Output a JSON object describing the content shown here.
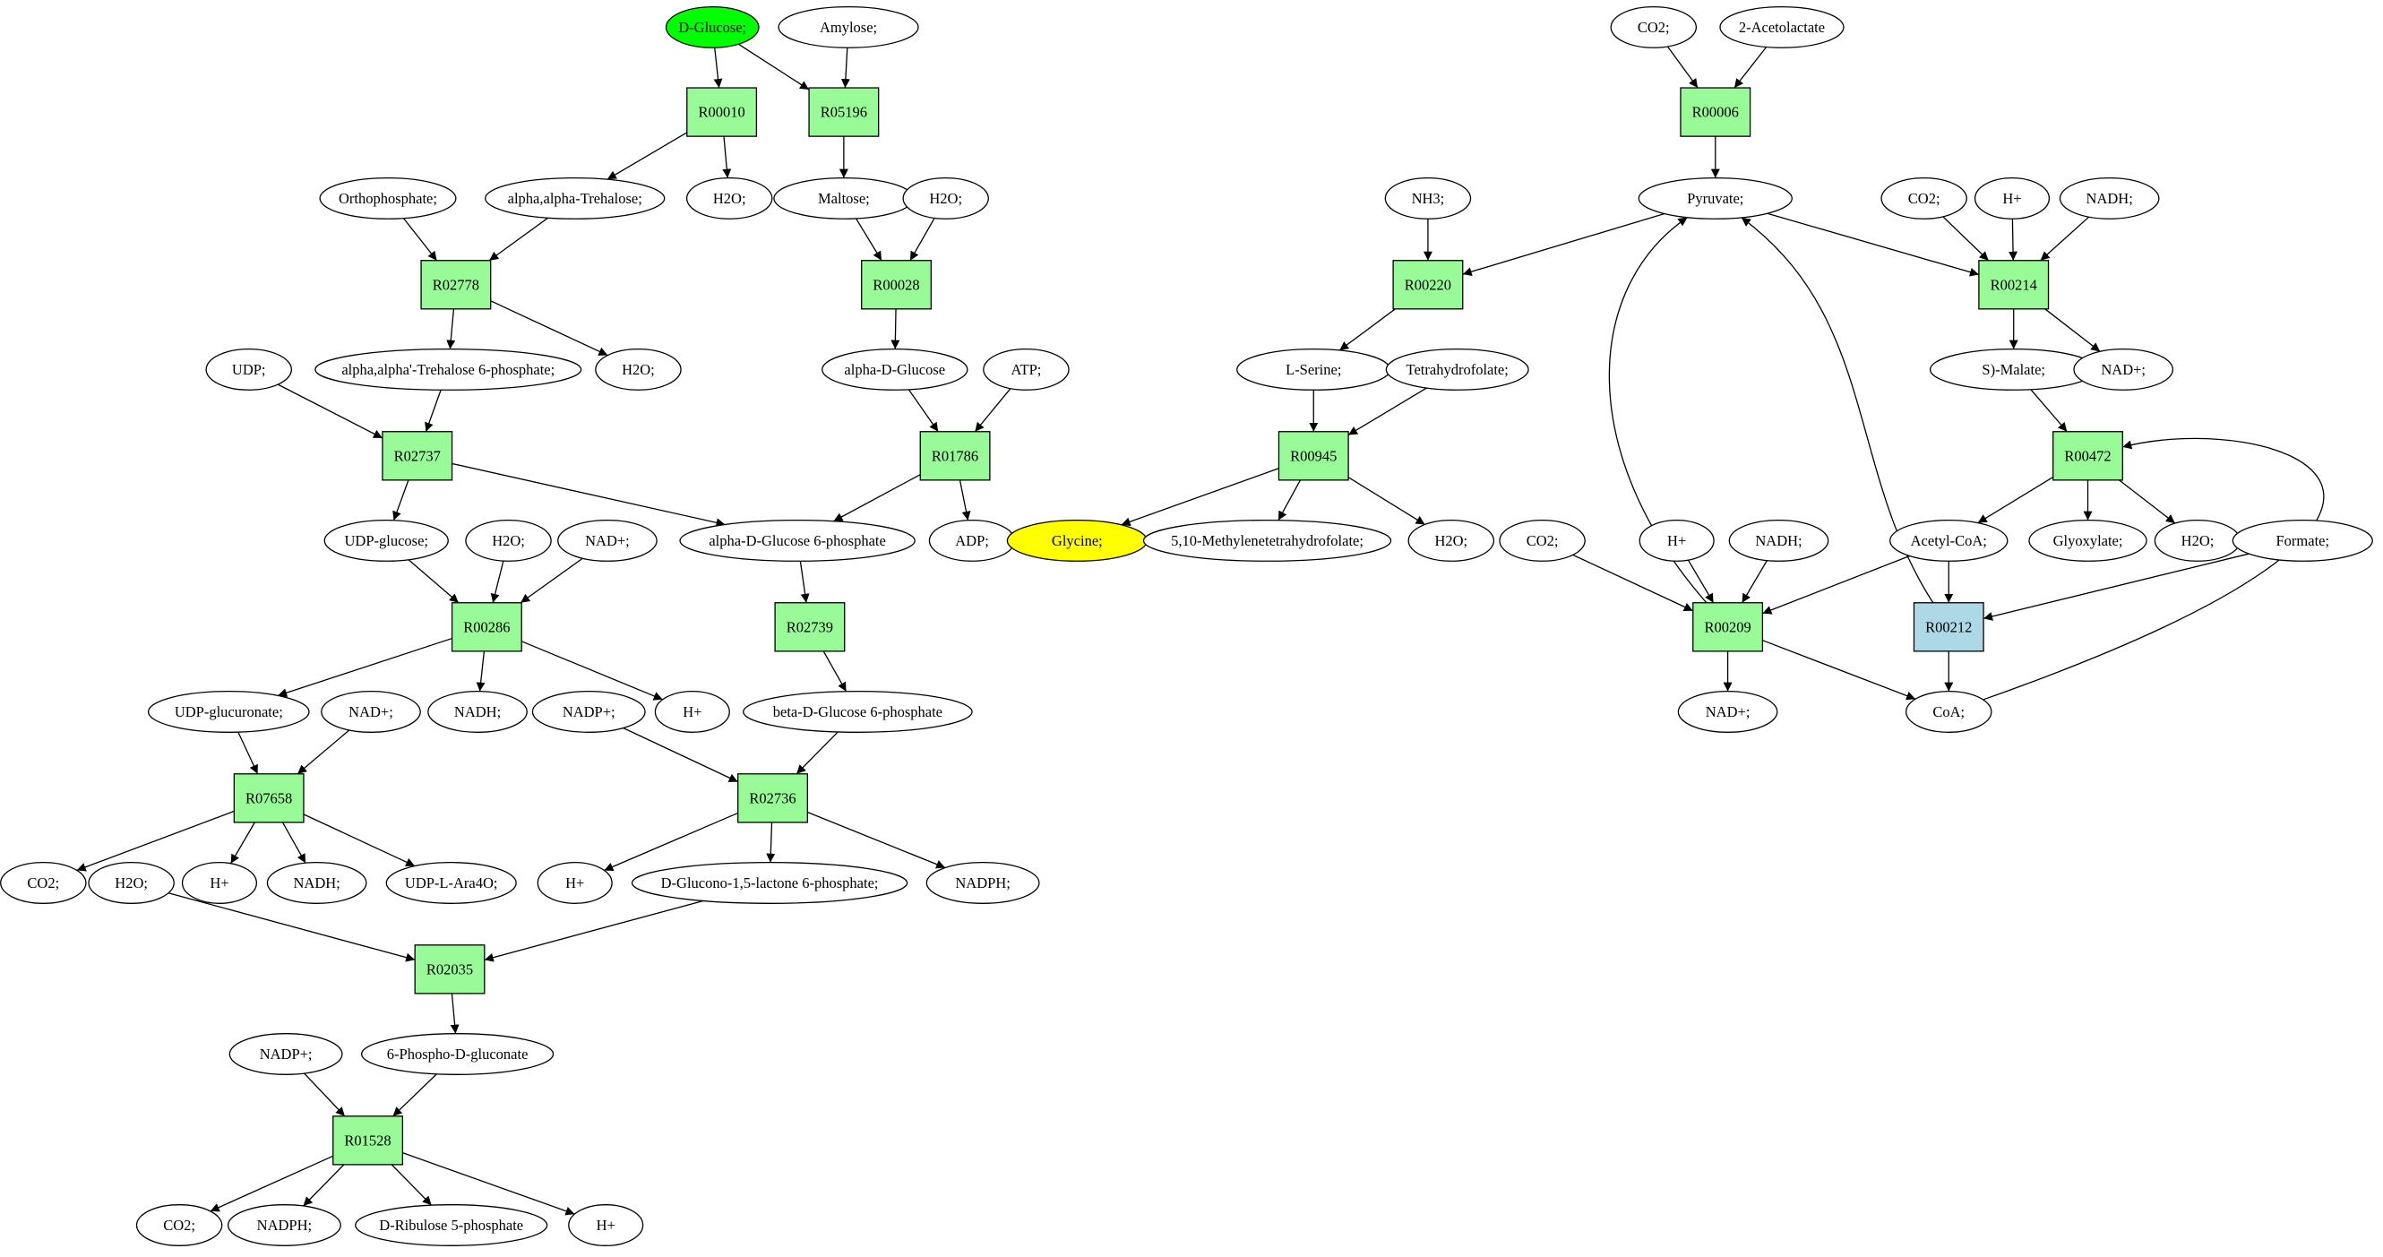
{
  "colors": {
    "reaction_fill": "#98fb98",
    "reaction_highlight_fill": "#add8e6",
    "metabolite_fill": "#ffffff",
    "source_fill": "#00ff00",
    "target_fill": "#ffff00",
    "stroke": "#000000"
  },
  "reactions": [
    {
      "id": "R00010",
      "label": "R00010"
    },
    {
      "id": "R05196",
      "label": "R05196"
    },
    {
      "id": "R02778",
      "label": "R02778"
    },
    {
      "id": "R00028",
      "label": "R00028"
    },
    {
      "id": "R02737",
      "label": "R02737"
    },
    {
      "id": "R01786",
      "label": "R01786"
    },
    {
      "id": "R00286",
      "label": "R00286"
    },
    {
      "id": "R02739",
      "label": "R02739"
    },
    {
      "id": "R07658",
      "label": "R07658"
    },
    {
      "id": "R02736",
      "label": "R02736"
    },
    {
      "id": "R02035",
      "label": "R02035"
    },
    {
      "id": "R01528",
      "label": "R01528"
    },
    {
      "id": "R00006",
      "label": "R00006"
    },
    {
      "id": "R00220",
      "label": "R00220"
    },
    {
      "id": "R00214",
      "label": "R00214"
    },
    {
      "id": "R00945",
      "label": "R00945"
    },
    {
      "id": "R00472",
      "label": "R00472"
    },
    {
      "id": "R00209",
      "label": "R00209"
    },
    {
      "id": "R00212",
      "label": "R00212",
      "highlight": true
    }
  ],
  "metabolites": [
    {
      "id": "m_dglucose",
      "label": "D-Glucose;",
      "kind": "source"
    },
    {
      "id": "m_amylose",
      "label": "Amylose;"
    },
    {
      "id": "m_orthophosphate",
      "label": "Orthophosphate;"
    },
    {
      "id": "m_trehalose",
      "label": "alpha,alpha-Trehalose;"
    },
    {
      "id": "m_h2o_a",
      "label": "H2O;"
    },
    {
      "id": "m_maltose",
      "label": "Maltose;"
    },
    {
      "id": "m_h2o_b",
      "label": "H2O;"
    },
    {
      "id": "m_udp_a",
      "label": "UDP;"
    },
    {
      "id": "m_trehalose6p",
      "label": "alpha,alpha'-Trehalose 6-phosphate;"
    },
    {
      "id": "m_h2o_c",
      "label": "H2O;"
    },
    {
      "id": "m_alphadglucose",
      "label": "alpha-D-Glucose"
    },
    {
      "id": "m_atp",
      "label": "ATP;"
    },
    {
      "id": "m_udpglucose",
      "label": "UDP-glucose;"
    },
    {
      "id": "m_h2o_d",
      "label": "H2O;"
    },
    {
      "id": "m_nad_a",
      "label": "NAD+;"
    },
    {
      "id": "m_adg6p",
      "label": "alpha-D-Glucose 6-phosphate"
    },
    {
      "id": "m_adp",
      "label": "ADP;"
    },
    {
      "id": "m_udpglucuronate",
      "label": "UDP-glucuronate;"
    },
    {
      "id": "m_nad_b",
      "label": "NAD+;"
    },
    {
      "id": "m_nadh_a",
      "label": "NADH;"
    },
    {
      "id": "m_nadp_a",
      "label": "NADP+;"
    },
    {
      "id": "m_hplus_a",
      "label": "H+"
    },
    {
      "id": "m_bdg6p",
      "label": "beta-D-Glucose 6-phosphate"
    },
    {
      "id": "m_co2_a",
      "label": "CO2;"
    },
    {
      "id": "m_h2o_e",
      "label": "H2O;"
    },
    {
      "id": "m_hplus_b",
      "label": "H+"
    },
    {
      "id": "m_nadh_b",
      "label": "NADH;"
    },
    {
      "id": "m_udplara4o",
      "label": "UDP-L-Ara4O;"
    },
    {
      "id": "m_hplus_c",
      "label": "H+"
    },
    {
      "id": "m_glucono",
      "label": "D-Glucono-1,5-lactone 6-phosphate;"
    },
    {
      "id": "m_nadph_a",
      "label": "NADPH;"
    },
    {
      "id": "m_nadp_b",
      "label": "NADP+;"
    },
    {
      "id": "m_6pgluconate",
      "label": "6-Phospho-D-gluconate"
    },
    {
      "id": "m_co2_b",
      "label": "CO2;"
    },
    {
      "id": "m_nadph_b",
      "label": "NADPH;"
    },
    {
      "id": "m_ribulose5p",
      "label": "D-Ribulose 5-phosphate"
    },
    {
      "id": "m_hplus_d",
      "label": "H+"
    },
    {
      "id": "m_co2_c",
      "label": "CO2;"
    },
    {
      "id": "m_acetolactate",
      "label": "2-Acetolactate"
    },
    {
      "id": "m_nh3",
      "label": "NH3;"
    },
    {
      "id": "m_pyruvate",
      "label": "Pyruvate;"
    },
    {
      "id": "m_co2_d",
      "label": "CO2;"
    },
    {
      "id": "m_hplus_e",
      "label": "H+"
    },
    {
      "id": "m_nadh_c",
      "label": "NADH;"
    },
    {
      "id": "m_lserine",
      "label": "L-Serine;"
    },
    {
      "id": "m_thf",
      "label": "Tetrahydrofolate;"
    },
    {
      "id": "m_smalate",
      "label": "S)-Malate;"
    },
    {
      "id": "m_nad_c",
      "label": "NAD+;"
    },
    {
      "id": "m_glycine",
      "label": "Glycine;",
      "kind": "target"
    },
    {
      "id": "m_methylenethf",
      "label": "5,10-Methylenetetrahydrofolate;"
    },
    {
      "id": "m_h2o_f",
      "label": "H2O;"
    },
    {
      "id": "m_co2_e",
      "label": "CO2;"
    },
    {
      "id": "m_hplus_f",
      "label": "H+"
    },
    {
      "id": "m_nadh_d",
      "label": "NADH;"
    },
    {
      "id": "m_acetylcoa",
      "label": "Acetyl-CoA;"
    },
    {
      "id": "m_glyoxylate",
      "label": "Glyoxylate;"
    },
    {
      "id": "m_h2o_g",
      "label": "H2O;"
    },
    {
      "id": "m_formate",
      "label": "Formate;"
    },
    {
      "id": "m_nad_d",
      "label": "NAD+;"
    },
    {
      "id": "m_coa",
      "label": "CoA;"
    }
  ],
  "edges": [
    [
      "m_dglucose",
      "R00010"
    ],
    [
      "m_dglucose",
      "R05196"
    ],
    [
      "m_amylose",
      "R05196"
    ],
    [
      "R00010",
      "m_trehalose"
    ],
    [
      "R00010",
      "m_h2o_a"
    ],
    [
      "R05196",
      "m_maltose"
    ],
    [
      "m_orthophosphate",
      "R02778"
    ],
    [
      "m_trehalose",
      "R02778"
    ],
    [
      "m_maltose",
      "R00028"
    ],
    [
      "m_h2o_b",
      "R00028"
    ],
    [
      "R02778",
      "m_trehalose6p"
    ],
    [
      "R02778",
      "m_h2o_c"
    ],
    [
      "R00028",
      "m_alphadglucose"
    ],
    [
      "m_udp_a",
      "R02737"
    ],
    [
      "m_trehalose6p",
      "R02737"
    ],
    [
      "m_alphadglucose",
      "R01786"
    ],
    [
      "m_atp",
      "R01786"
    ],
    [
      "R02737",
      "m_udpglucose"
    ],
    [
      "R02737",
      "m_adg6p"
    ],
    [
      "R01786",
      "m_adg6p"
    ],
    [
      "R01786",
      "m_adp"
    ],
    [
      "m_udpglucose",
      "R00286"
    ],
    [
      "m_h2o_d",
      "R00286"
    ],
    [
      "m_nad_a",
      "R00286"
    ],
    [
      "m_adg6p",
      "R02739"
    ],
    [
      "R00286",
      "m_udpglucuronate"
    ],
    [
      "R00286",
      "m_nadh_a"
    ],
    [
      "R00286",
      "m_hplus_a"
    ],
    [
      "R02739",
      "m_bdg6p"
    ],
    [
      "m_udpglucuronate",
      "R07658"
    ],
    [
      "m_nad_b",
      "R07658"
    ],
    [
      "m_nadp_a",
      "R02736"
    ],
    [
      "m_bdg6p",
      "R02736"
    ],
    [
      "R07658",
      "m_co2_a"
    ],
    [
      "R07658",
      "m_hplus_b"
    ],
    [
      "R07658",
      "m_nadh_b"
    ],
    [
      "R07658",
      "m_udplara4o"
    ],
    [
      "R02736",
      "m_hplus_c"
    ],
    [
      "R02736",
      "m_glucono"
    ],
    [
      "R02736",
      "m_nadph_a"
    ],
    [
      "m_h2o_e",
      "R02035"
    ],
    [
      "m_glucono",
      "R02035"
    ],
    [
      "R02035",
      "m_6pgluconate"
    ],
    [
      "m_nadp_b",
      "R01528"
    ],
    [
      "m_6pgluconate",
      "R01528"
    ],
    [
      "R01528",
      "m_co2_b"
    ],
    [
      "R01528",
      "m_nadph_b"
    ],
    [
      "R01528",
      "m_ribulose5p"
    ],
    [
      "R01528",
      "m_hplus_d"
    ],
    [
      "m_co2_c",
      "R00006"
    ],
    [
      "m_acetolactate",
      "R00006"
    ],
    [
      "R00006",
      "m_pyruvate"
    ],
    [
      "m_nh3",
      "R00220"
    ],
    [
      "m_pyruvate",
      "R00220"
    ],
    [
      "m_pyruvate",
      "R00214"
    ],
    [
      "m_co2_d",
      "R00214"
    ],
    [
      "m_hplus_e",
      "R00214"
    ],
    [
      "m_nadh_c",
      "R00214"
    ],
    [
      "R00220",
      "m_lserine"
    ],
    [
      "R00214",
      "m_smalate"
    ],
    [
      "R00214",
      "m_nad_c"
    ],
    [
      "m_lserine",
      "R00945"
    ],
    [
      "m_thf",
      "R00945"
    ],
    [
      "m_smalate",
      "R00472"
    ],
    [
      "R00945",
      "m_glycine"
    ],
    [
      "R00945",
      "m_methylenethf"
    ],
    [
      "R00945",
      "m_h2o_f"
    ],
    [
      "R00472",
      "m_acetylcoa"
    ],
    [
      "R00472",
      "m_glyoxylate"
    ],
    [
      "R00472",
      "m_h2o_g"
    ],
    [
      "m_co2_e",
      "R00209"
    ],
    [
      "m_hplus_f",
      "R00209"
    ],
    [
      "m_nadh_d",
      "R00209"
    ],
    [
      "m_acetylcoa",
      "R00209"
    ],
    [
      "m_acetylcoa",
      "R00212"
    ],
    [
      "m_formate",
      "R00212"
    ],
    [
      "R00209",
      "m_nad_d"
    ],
    [
      "R00209",
      "m_coa"
    ],
    [
      "R00209",
      "m_pyruvate"
    ],
    [
      "R00212",
      "m_pyruvate"
    ],
    [
      "R00212",
      "m_coa"
    ],
    [
      "m_coa",
      "R00472"
    ]
  ]
}
